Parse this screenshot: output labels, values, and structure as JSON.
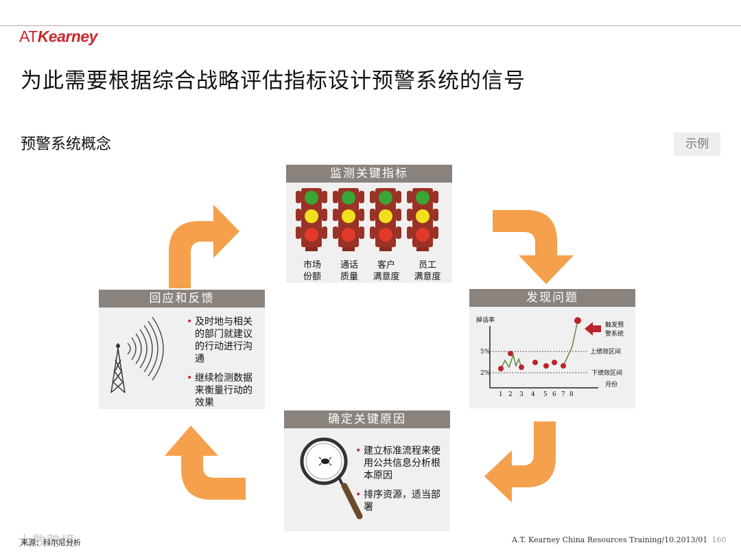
{
  "logo": {
    "prefix": "AT",
    "name": "Kearney"
  },
  "title": "为此需要根据综合战略评估指标设计预警系统的信号",
  "subtitle": "预警系统概念",
  "badge": "示例",
  "colors": {
    "accent": "#c8272e",
    "arrow": "#f5a04c",
    "header": "#8a837d",
    "panel": "#f0f0f0",
    "light_green": "#3aa635",
    "light_yellow": "#f0e020",
    "light_red": "#e23a2a"
  },
  "monitor": {
    "header": "监测关键指标",
    "labels": [
      {
        "line1": "市场",
        "line2": "份额"
      },
      {
        "line1": "通话",
        "line2": "质量"
      },
      {
        "line1": "客户",
        "line2": "满意度"
      },
      {
        "line1": "员工",
        "line2": "满意度"
      }
    ]
  },
  "discover": {
    "header": "发现问题",
    "ylabel": "掉话率",
    "xlabel": "月份",
    "ticks_x": [
      "1",
      "2",
      "3",
      "4",
      "5",
      "6",
      "7",
      "8"
    ],
    "upper_label": "5%",
    "lower_label": "2%",
    "upper_text": "上绩效区间",
    "lower_text": "下绩效区间",
    "trigger_line1": "触发预",
    "trigger_line2": "警系统"
  },
  "chart_data": {
    "type": "line",
    "xlabel": "月份",
    "ylabel": "掉话率",
    "x": [
      1,
      2,
      3,
      4,
      5,
      6,
      7,
      8
    ],
    "thresholds": {
      "upper": 5,
      "lower": 2
    }
  },
  "root": {
    "header": "确定关键原因",
    "bullets": [
      "建立标准流程来使用公共信息分析根本原因",
      "排序资源，适当部署"
    ]
  },
  "feedback": {
    "header": "回应和反馈",
    "bullets": [
      "及时地与相关的部门就建议的行动进行沟通",
      "继续检测数据来衡量行动的效果"
    ]
  },
  "footer": {
    "source": "来源：科尔尼分析",
    "citation": "A.T. Kearney  China Resources  Training/10.2013/01",
    "page": "160"
  },
  "watermark": "大数跨境"
}
